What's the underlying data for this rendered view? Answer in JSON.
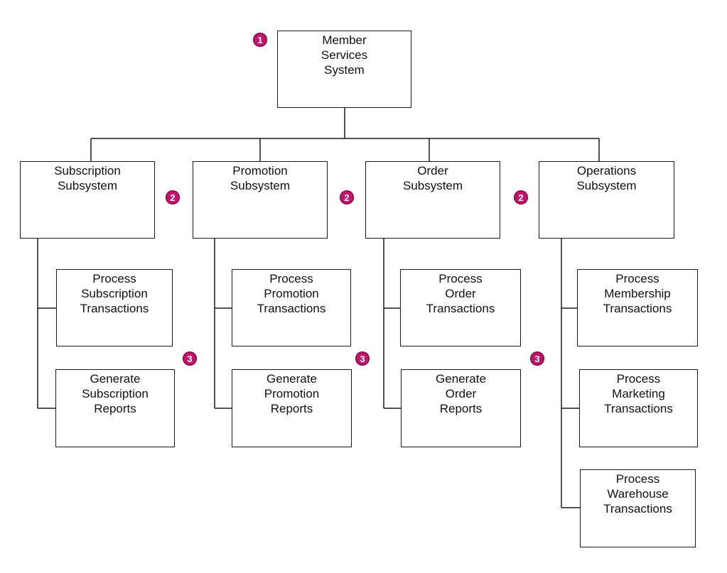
{
  "accent": "#c3146c",
  "root": {
    "label": "Member\nServices\nSystem",
    "badge": "1"
  },
  "subsystems": [
    {
      "label": "Subscription\nSubsystem",
      "badge": "2",
      "modules_badge": "3",
      "modules": [
        "Process\nSubscription\nTransactions",
        "Generate\nSubscription\nReports"
      ]
    },
    {
      "label": "Promotion\nSubsystem",
      "badge": "2",
      "modules_badge": "3",
      "modules": [
        "Process\nPromotion\nTransactions",
        "Generate\nPromotion\nReports"
      ]
    },
    {
      "label": "Order\nSubsystem",
      "badge": "2",
      "modules_badge": "3",
      "modules": [
        "Process\nOrder\nTransactions",
        "Generate\nOrder\nReports"
      ]
    },
    {
      "label": "Operations\nSubsystem",
      "badge": "2",
      "modules": [
        "Process\nMembership\nTransactions",
        "Process\nMarketing\nTransactions",
        "Process\nWarehouse\nTransactions"
      ]
    }
  ]
}
